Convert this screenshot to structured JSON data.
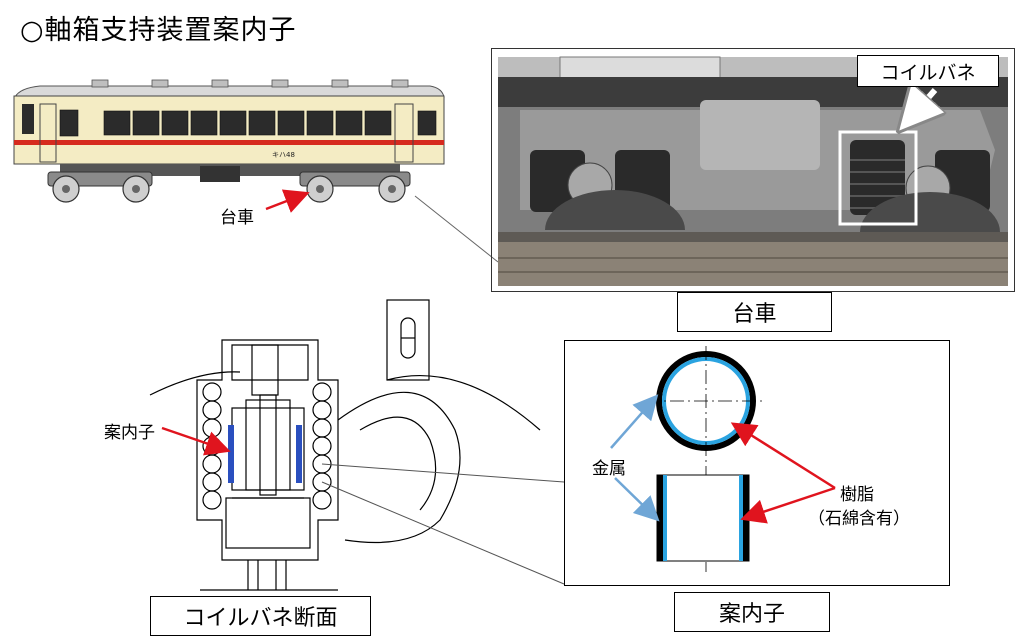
{
  "title": "○軸箱支持装置案内子",
  "labels": {
    "bogie_arrow": "台車",
    "bogie_box": "台車",
    "coil_spring": "コイルバネ",
    "guide_arrow": "案内子",
    "metal": "金属",
    "resin": "樹脂",
    "resin_note": "（石綿含有）",
    "coil_section_box": "コイルバネ断面",
    "guide_box": "案内子",
    "car_number": "キハ48"
  },
  "colors": {
    "car_body": "#f4ecc4",
    "car_stripe": "#d62a1e",
    "car_roof": "#d9d9d9",
    "arrow_red": "#e0141e",
    "arrow_blue": "#6fa6d6",
    "resin_blue": "#2aa3e0"
  },
  "icons": {
    "arrow_to_bogie": "red-arrow-icon",
    "arrow_to_guide": "red-arrow-icon",
    "arrow_metal": "blue-arrow-icon"
  }
}
